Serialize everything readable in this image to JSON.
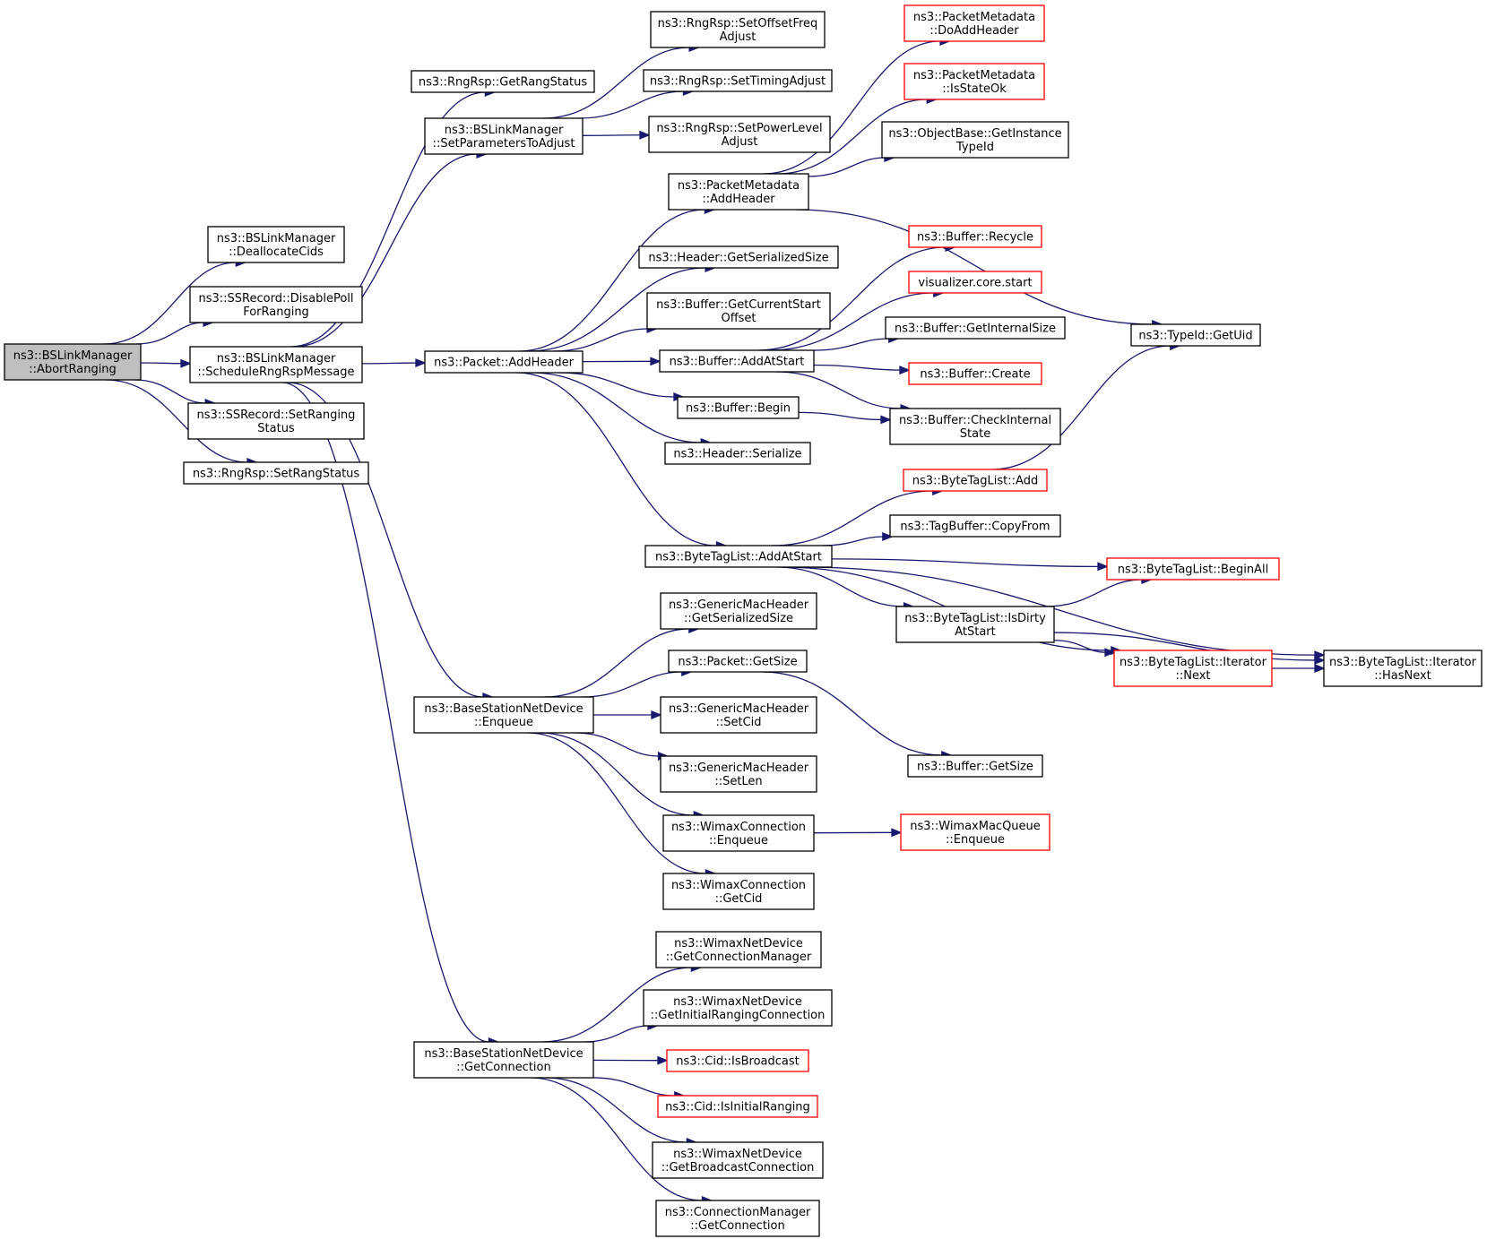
{
  "colors": {
    "edge": "#191970",
    "node_border": "#000000",
    "node_border_truncated": "#ff0000",
    "root_fill": "#bfbfbf",
    "node_fill": "#ffffff"
  },
  "nodes": [
    {
      "id": "abortRanging",
      "lines": [
        "ns3::BSLinkManager",
        "::AbortRanging"
      ],
      "style": "root"
    },
    {
      "id": "deallocateCids",
      "lines": [
        "ns3::BSLinkManager",
        "::DeallocateCids"
      ],
      "style": "normal"
    },
    {
      "id": "disablePoll",
      "lines": [
        "ns3::SSRecord::DisablePoll",
        "ForRanging"
      ],
      "style": "normal"
    },
    {
      "id": "scheduleRngRsp",
      "lines": [
        "ns3::BSLinkManager",
        "::ScheduleRngRspMessage"
      ],
      "style": "normal"
    },
    {
      "id": "setRangingStatus",
      "lines": [
        "ns3::SSRecord::SetRanging",
        "Status"
      ],
      "style": "normal"
    },
    {
      "id": "setRangStatus",
      "lines": [
        "ns3::RngRsp::SetRangStatus"
      ],
      "style": "normal"
    },
    {
      "id": "getRangStatus",
      "lines": [
        "ns3::RngRsp::GetRangStatus"
      ],
      "style": "normal"
    },
    {
      "id": "setParamsToAdjust",
      "lines": [
        "ns3::BSLinkManager",
        "::SetParametersToAdjust"
      ],
      "style": "normal"
    },
    {
      "id": "packetAddHeader",
      "lines": [
        "ns3::Packet::AddHeader"
      ],
      "style": "normal"
    },
    {
      "id": "bsndEnqueue",
      "lines": [
        "ns3::BaseStationNetDevice",
        "::Enqueue"
      ],
      "style": "normal"
    },
    {
      "id": "bsndGetConnection",
      "lines": [
        "ns3::BaseStationNetDevice",
        "::GetConnection"
      ],
      "style": "normal"
    },
    {
      "id": "setOffsetFreq",
      "lines": [
        "ns3::RngRsp::SetOffsetFreq",
        "Adjust"
      ],
      "style": "normal"
    },
    {
      "id": "setTimingAdjust",
      "lines": [
        "ns3::RngRsp::SetTimingAdjust"
      ],
      "style": "normal"
    },
    {
      "id": "setPowerLevel",
      "lines": [
        "ns3::RngRsp::SetPowerLevel",
        "Adjust"
      ],
      "style": "normal"
    },
    {
      "id": "pmAddHeader",
      "lines": [
        "ns3::PacketMetadata",
        "::AddHeader"
      ],
      "style": "normal"
    },
    {
      "id": "hdrGetSerSize",
      "lines": [
        "ns3::Header::GetSerializedSize"
      ],
      "style": "normal"
    },
    {
      "id": "bufGetCurStart",
      "lines": [
        "ns3::Buffer::GetCurrentStart",
        "Offset"
      ],
      "style": "normal"
    },
    {
      "id": "bufAddAtStart",
      "lines": [
        "ns3::Buffer::AddAtStart"
      ],
      "style": "normal"
    },
    {
      "id": "bufBegin",
      "lines": [
        "ns3::Buffer::Begin"
      ],
      "style": "normal"
    },
    {
      "id": "hdrSerialize",
      "lines": [
        "ns3::Header::Serialize"
      ],
      "style": "normal"
    },
    {
      "id": "btlAddAtStart",
      "lines": [
        "ns3::ByteTagList::AddAtStart"
      ],
      "style": "normal"
    },
    {
      "id": "gmhGetSerSize",
      "lines": [
        "ns3::GenericMacHeader",
        "::GetSerializedSize"
      ],
      "style": "normal"
    },
    {
      "id": "pktGetSize",
      "lines": [
        "ns3::Packet::GetSize"
      ],
      "style": "normal"
    },
    {
      "id": "gmhSetCid",
      "lines": [
        "ns3::GenericMacHeader",
        "::SetCid"
      ],
      "style": "normal"
    },
    {
      "id": "gmhSetLen",
      "lines": [
        "ns3::GenericMacHeader",
        "::SetLen"
      ],
      "style": "normal"
    },
    {
      "id": "wcEnqueue",
      "lines": [
        "ns3::WimaxConnection",
        "::Enqueue"
      ],
      "style": "normal"
    },
    {
      "id": "wcGetCid",
      "lines": [
        "ns3::WimaxConnection",
        "::GetCid"
      ],
      "style": "normal"
    },
    {
      "id": "wndGetConnMgr",
      "lines": [
        "ns3::WimaxNetDevice",
        "::GetConnectionManager"
      ],
      "style": "normal"
    },
    {
      "id": "wndGetInitRang",
      "lines": [
        "ns3::WimaxNetDevice",
        "::GetInitialRangingConnection"
      ],
      "style": "normal"
    },
    {
      "id": "cidIsBroadcast",
      "lines": [
        "ns3::Cid::IsBroadcast"
      ],
      "style": "truncated"
    },
    {
      "id": "cidIsInitRang",
      "lines": [
        "ns3::Cid::IsInitialRanging"
      ],
      "style": "truncated"
    },
    {
      "id": "wndGetBcastConn",
      "lines": [
        "ns3::WimaxNetDevice",
        "::GetBroadcastConnection"
      ],
      "style": "normal"
    },
    {
      "id": "cmGetConnection",
      "lines": [
        "ns3::ConnectionManager",
        "::GetConnection"
      ],
      "style": "normal"
    },
    {
      "id": "pmDoAddHeader",
      "lines": [
        "ns3::PacketMetadata",
        "::DoAddHeader"
      ],
      "style": "truncated"
    },
    {
      "id": "pmIsStateOk",
      "lines": [
        "ns3::PacketMetadata",
        "::IsStateOk"
      ],
      "style": "truncated"
    },
    {
      "id": "obGetInstTypeId",
      "lines": [
        "ns3::ObjectBase::GetInstance",
        "TypeId"
      ],
      "style": "normal"
    },
    {
      "id": "bufRecycle",
      "lines": [
        "ns3::Buffer::Recycle"
      ],
      "style": "truncated"
    },
    {
      "id": "vizCoreStart",
      "lines": [
        "visualizer.core.start"
      ],
      "style": "truncated"
    },
    {
      "id": "bufGetIntSize",
      "lines": [
        "ns3::Buffer::GetInternalSize"
      ],
      "style": "normal"
    },
    {
      "id": "bufCreate",
      "lines": [
        "ns3::Buffer::Create"
      ],
      "style": "truncated"
    },
    {
      "id": "bufCheckInt",
      "lines": [
        "ns3::Buffer::CheckInternal",
        "State"
      ],
      "style": "normal"
    },
    {
      "id": "btlAdd",
      "lines": [
        "ns3::ByteTagList::Add"
      ],
      "style": "truncated"
    },
    {
      "id": "tbCopyFrom",
      "lines": [
        "ns3::TagBuffer::CopyFrom"
      ],
      "style": "normal"
    },
    {
      "id": "btlIsDirty",
      "lines": [
        "ns3::ByteTagList::IsDirty",
        "AtStart"
      ],
      "style": "normal"
    },
    {
      "id": "bufGetSize",
      "lines": [
        "ns3::Buffer::GetSize"
      ],
      "style": "normal"
    },
    {
      "id": "wmqEnqueue",
      "lines": [
        "ns3::WimaxMacQueue",
        "::Enqueue"
      ],
      "style": "truncated"
    },
    {
      "id": "typeIdGetUid",
      "lines": [
        "ns3::TypeId::GetUid"
      ],
      "style": "normal"
    },
    {
      "id": "btlBeginAll",
      "lines": [
        "ns3::ByteTagList::BeginAll"
      ],
      "style": "truncated"
    },
    {
      "id": "btlIterNext",
      "lines": [
        "ns3::ByteTagList::Iterator",
        "::Next"
      ],
      "style": "truncated"
    },
    {
      "id": "btlIterHasNext",
      "lines": [
        "ns3::ByteTagList::Iterator",
        "::HasNext"
      ],
      "style": "normal"
    }
  ],
  "edges": [
    [
      "abortRanging",
      "deallocateCids"
    ],
    [
      "abortRanging",
      "disablePoll"
    ],
    [
      "abortRanging",
      "scheduleRngRsp"
    ],
    [
      "abortRanging",
      "setRangingStatus"
    ],
    [
      "abortRanging",
      "setRangStatus"
    ],
    [
      "scheduleRngRsp",
      "getRangStatus"
    ],
    [
      "scheduleRngRsp",
      "setParamsToAdjust"
    ],
    [
      "scheduleRngRsp",
      "packetAddHeader"
    ],
    [
      "scheduleRngRsp",
      "bsndEnqueue"
    ],
    [
      "scheduleRngRsp",
      "bsndGetConnection"
    ],
    [
      "setParamsToAdjust",
      "setOffsetFreq"
    ],
    [
      "setParamsToAdjust",
      "setTimingAdjust"
    ],
    [
      "setParamsToAdjust",
      "setPowerLevel"
    ],
    [
      "packetAddHeader",
      "pmAddHeader"
    ],
    [
      "packetAddHeader",
      "hdrGetSerSize"
    ],
    [
      "packetAddHeader",
      "bufGetCurStart"
    ],
    [
      "packetAddHeader",
      "bufAddAtStart"
    ],
    [
      "packetAddHeader",
      "bufBegin"
    ],
    [
      "packetAddHeader",
      "hdrSerialize"
    ],
    [
      "packetAddHeader",
      "btlAddAtStart"
    ],
    [
      "pmAddHeader",
      "pmDoAddHeader"
    ],
    [
      "pmAddHeader",
      "pmIsStateOk"
    ],
    [
      "pmAddHeader",
      "obGetInstTypeId"
    ],
    [
      "pmAddHeader",
      "typeIdGetUid"
    ],
    [
      "bufAddAtStart",
      "bufRecycle"
    ],
    [
      "bufAddAtStart",
      "vizCoreStart"
    ],
    [
      "bufAddAtStart",
      "bufGetIntSize"
    ],
    [
      "bufAddAtStart",
      "bufCreate"
    ],
    [
      "bufAddAtStart",
      "bufCheckInt"
    ],
    [
      "bufBegin",
      "bufCheckInt"
    ],
    [
      "btlAddAtStart",
      "btlAdd"
    ],
    [
      "btlAddAtStart",
      "tbCopyFrom"
    ],
    [
      "btlAddAtStart",
      "btlBeginAll"
    ],
    [
      "btlAddAtStart",
      "btlIsDirty"
    ],
    [
      "btlAddAtStart",
      "btlIterNext"
    ],
    [
      "btlAddAtStart",
      "btlIterHasNext"
    ],
    [
      "btlAdd",
      "typeIdGetUid"
    ],
    [
      "btlIsDirty",
      "btlBeginAll"
    ],
    [
      "btlIsDirty",
      "btlIterNext"
    ],
    [
      "btlIsDirty",
      "btlIterHasNext"
    ],
    [
      "btlIterNext",
      "btlIterHasNext"
    ],
    [
      "bsndEnqueue",
      "gmhGetSerSize"
    ],
    [
      "bsndEnqueue",
      "pktGetSize"
    ],
    [
      "bsndEnqueue",
      "gmhSetCid"
    ],
    [
      "bsndEnqueue",
      "gmhSetLen"
    ],
    [
      "bsndEnqueue",
      "wcEnqueue"
    ],
    [
      "bsndEnqueue",
      "wcGetCid"
    ],
    [
      "pktGetSize",
      "bufGetSize"
    ],
    [
      "wcEnqueue",
      "wmqEnqueue"
    ],
    [
      "bsndGetConnection",
      "wndGetConnMgr"
    ],
    [
      "bsndGetConnection",
      "wndGetInitRang"
    ],
    [
      "bsndGetConnection",
      "cidIsBroadcast"
    ],
    [
      "bsndGetConnection",
      "cidIsInitRang"
    ],
    [
      "bsndGetConnection",
      "wndGetBcastConn"
    ],
    [
      "bsndGetConnection",
      "cmGetConnection"
    ]
  ]
}
